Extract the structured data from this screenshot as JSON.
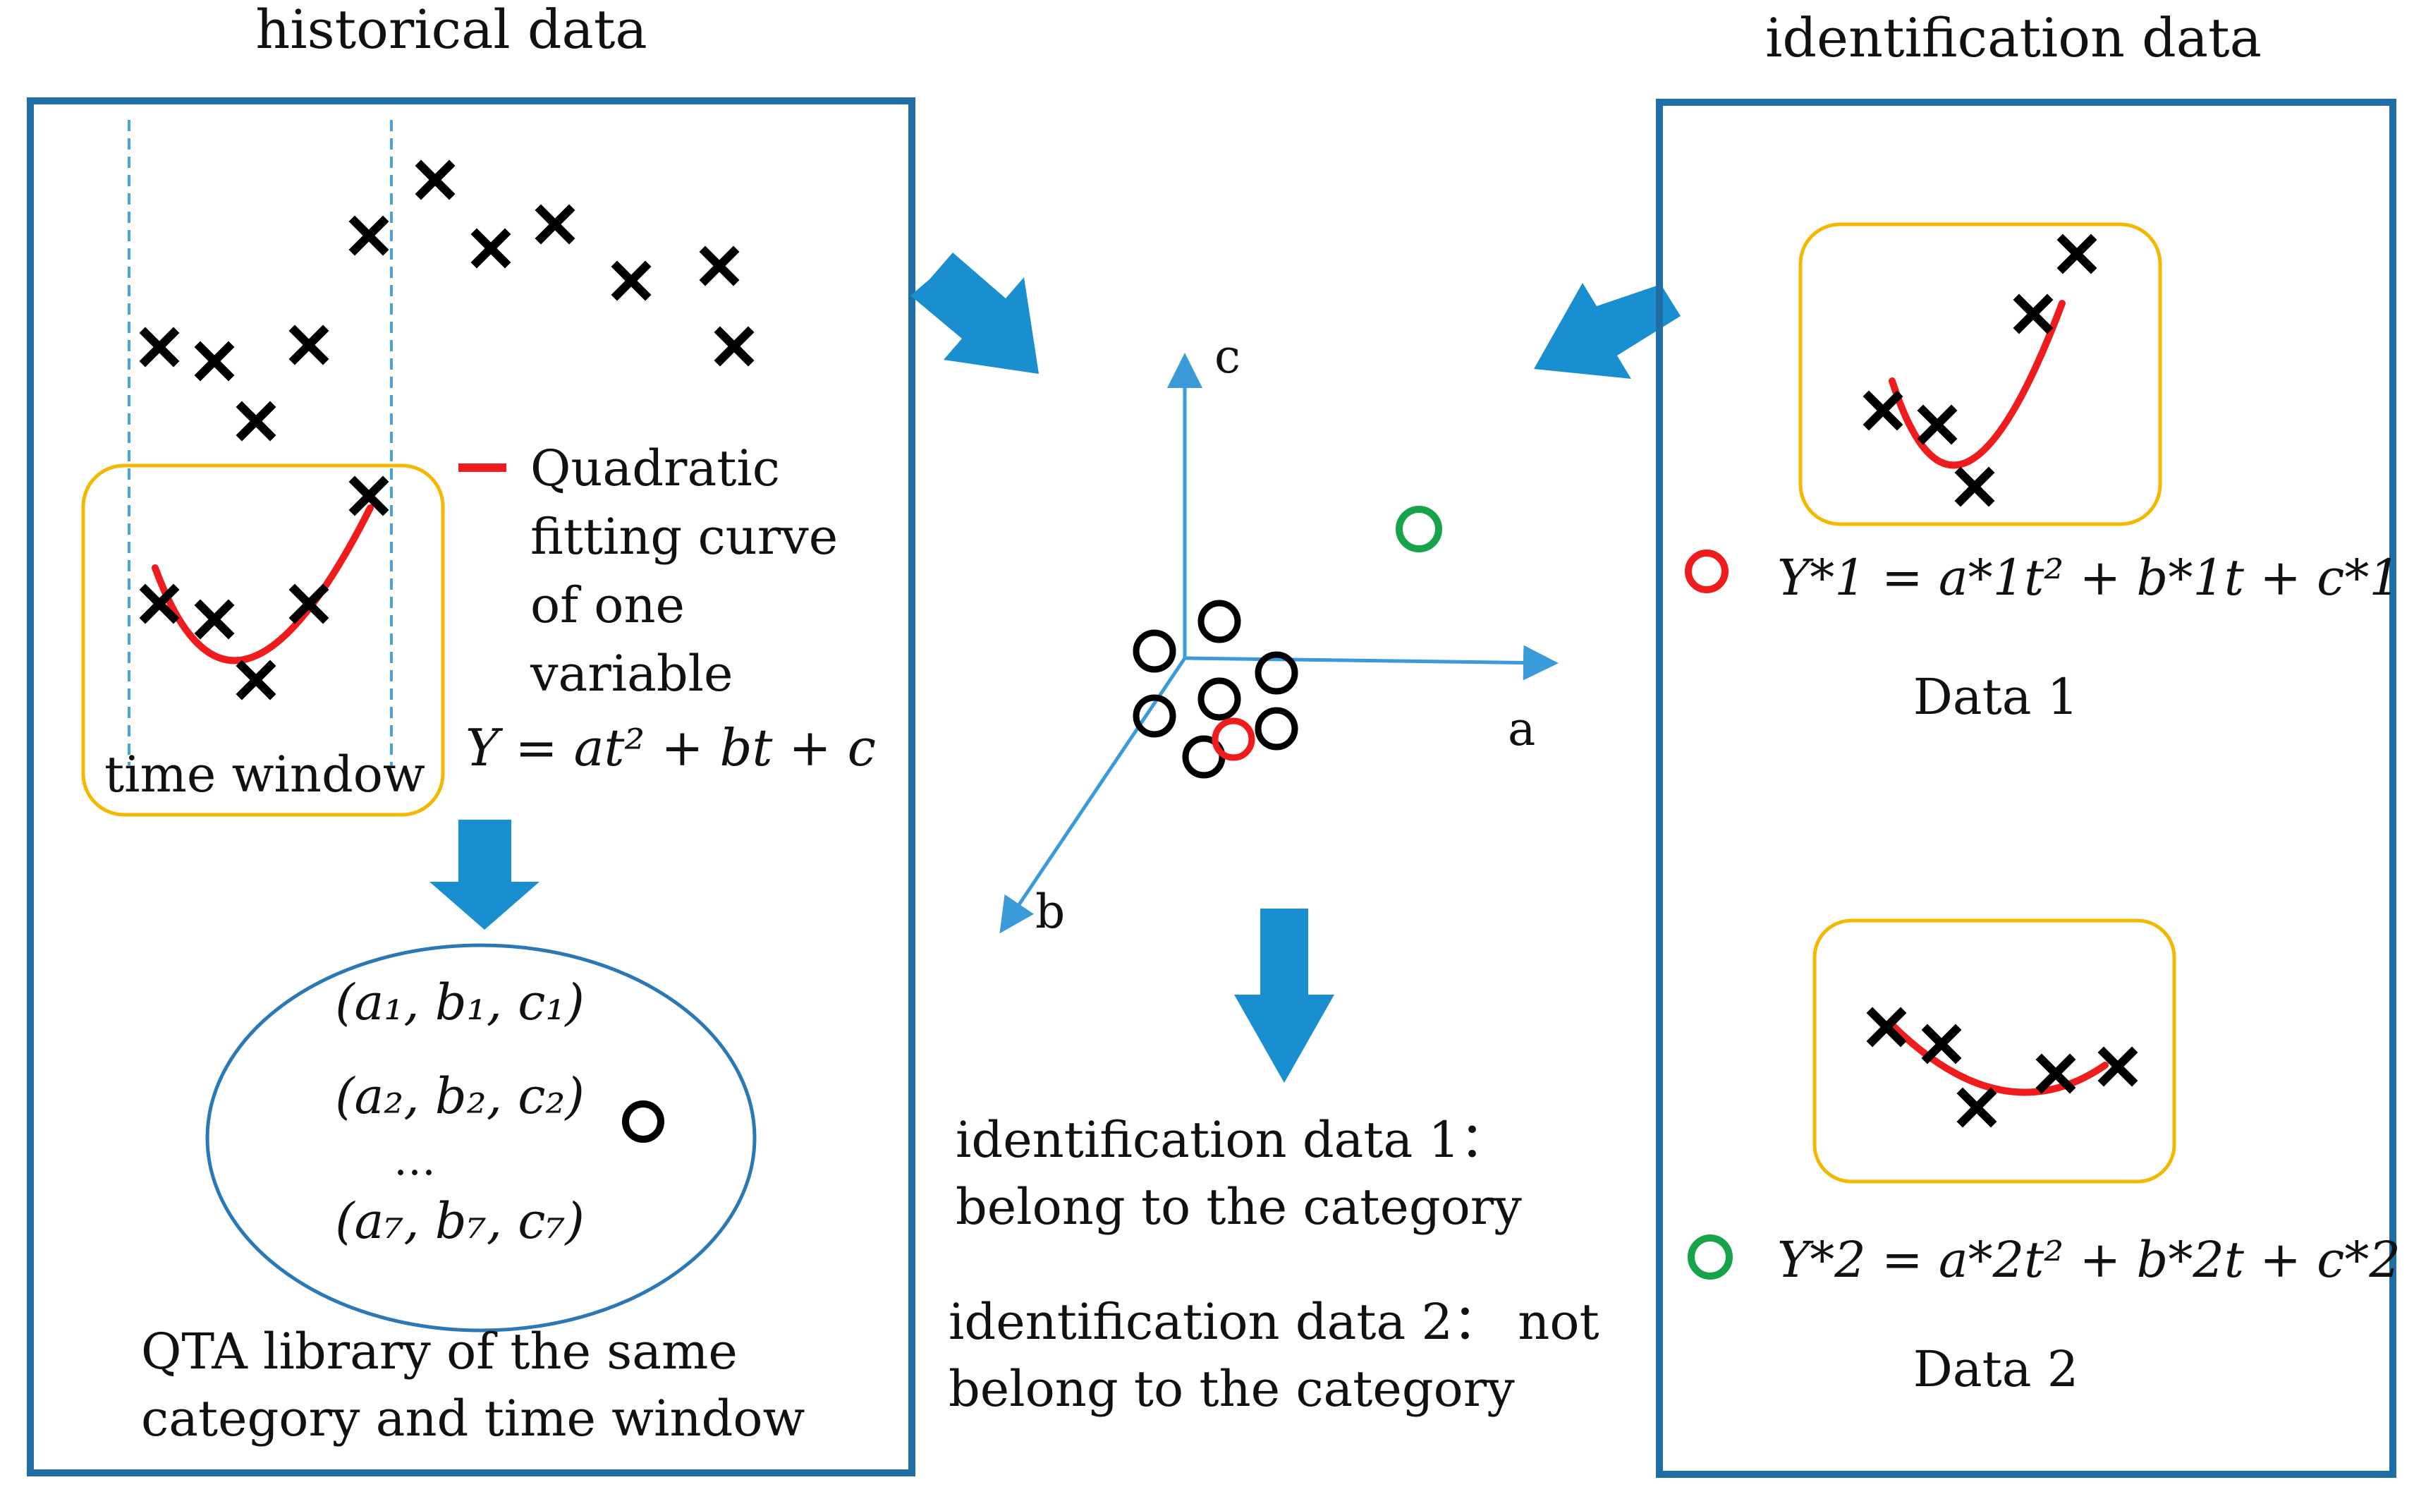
{
  "titles": {
    "historical": "historical data",
    "identification": "identification data"
  },
  "legend": {
    "quadratic_line1": "Quadratic",
    "quadratic_line2": "fitting curve",
    "quadratic_line3": "of one",
    "quadratic_line4": "variable",
    "equation": "Y = at² + bt + c"
  },
  "time_window_label": "time window",
  "qta_library": {
    "entries": [
      "(a₁, b₁, c₁)",
      "(a₂, b₂, c₂)",
      "…",
      "(a₇, b₇, c₇)"
    ],
    "caption_line1": "QTA library of the same",
    "caption_line2": "category and time window"
  },
  "axes": {
    "a": "a",
    "b": "b",
    "c": "c"
  },
  "results": {
    "data1_line1": "identification data 1：",
    "data1_line2": "belong to the category",
    "data2_line1": "identification data 2：  not",
    "data2_line2": "belong to the category"
  },
  "identification_items": {
    "data1_equation": "Y*1 = a*1t² + b*1t + c*1",
    "data1_label": "Data 1",
    "data2_equation": "Y*2 = a*2t² + b*2t + c*2",
    "data2_label": "Data 2"
  },
  "colors": {
    "panel_border": "#1f6fa6",
    "arrow_blue": "#1a8fd0",
    "axis_blue": "#3b9ad9",
    "window_orange": "#f5b800",
    "curve_red": "#ee1c1c",
    "green_marker": "#16a34a",
    "ellipse_border": "#2a78b5",
    "dashed_line": "#4aa3df"
  },
  "icons": {
    "data_point": "x-mark-icon",
    "library_item": "circle-marker-icon",
    "flow_arrow": "down-arrow-icon"
  }
}
